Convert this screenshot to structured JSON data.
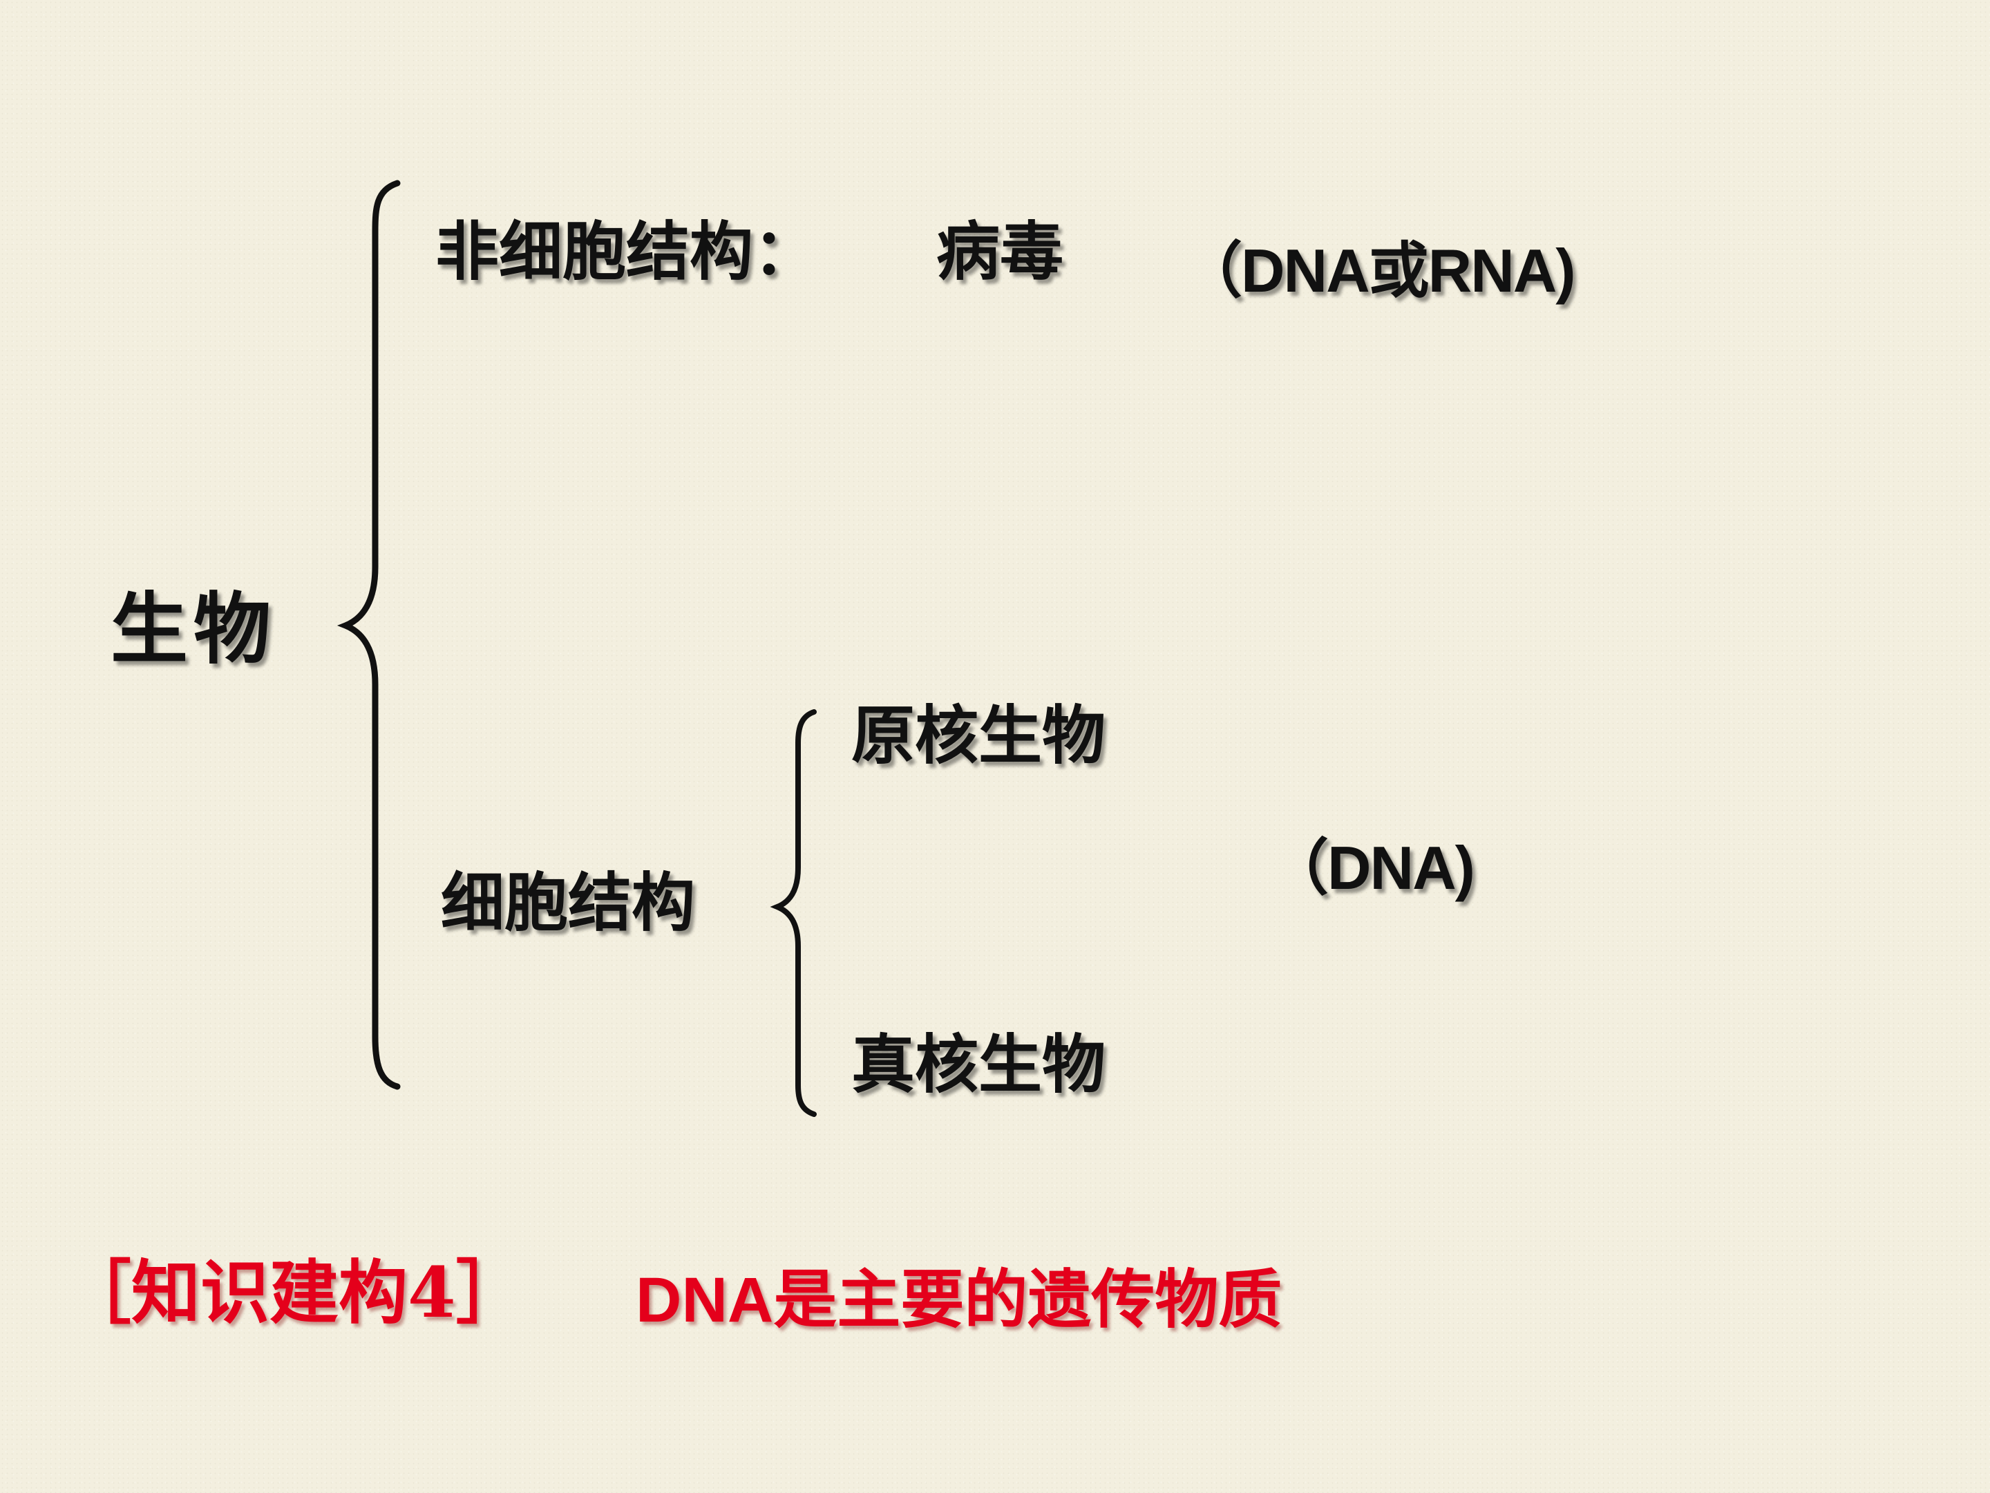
{
  "diagram": {
    "root": "生物",
    "branch_noncellular": {
      "label": "非细胞结构：",
      "example": "病毒",
      "material": "（DNA或RNA)"
    },
    "branch_cellular": {
      "label": "细胞结构",
      "prokaryote": "原核生物",
      "eukaryote": "真核生物",
      "material": "（DNA)"
    }
  },
  "conclusion": {
    "tag": "［知识建构4］",
    "statement": "DNA是主要的遗传物质"
  },
  "colors": {
    "background": "#f3efdf",
    "text": "#111111",
    "accent": "#e4001b"
  }
}
